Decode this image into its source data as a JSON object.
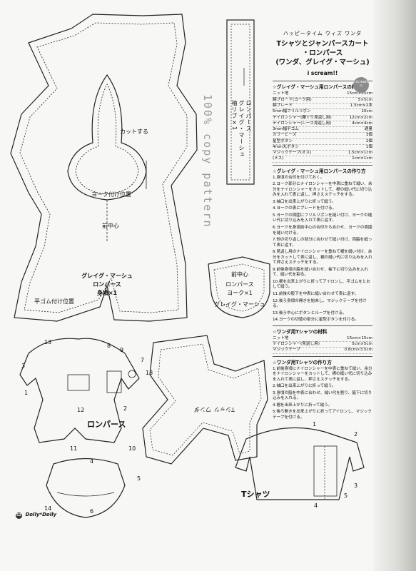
{
  "header": {
    "kicker": "ハッピータイム ウィズ ワンダ",
    "title_line1": "Tシャツとジャンパースカート",
    "title_line2": "・ロンパース",
    "title_line3": "(ワンダ、グレイグ・マーシュ)",
    "brand": "i scream!!",
    "badge_line1": "i scream",
    "badge_line2": "!!"
  },
  "romper_materials": {
    "heading": "☆グレイグ・マーシュ用ロンパースの材料",
    "items": [
      {
        "name": "ニット地",
        "qty": "15cm×25cm"
      },
      {
        "name": "綿ブロード(ヨーク用)",
        "qty": "5×5cm"
      },
      {
        "name": "綿ブレード",
        "qty": "1.5cm×2本"
      },
      {
        "name": "5mm幅フリルリボン",
        "qty": "10cm"
      },
      {
        "name": "ナイロンシャー(腰ぐり見返し用)",
        "qty": "12cm×2cm"
      },
      {
        "name": "ナイロンシャー(レース見返し用)",
        "qty": "4cm×4cm"
      },
      {
        "name": "3mm幅平ゴム",
        "qty": "適量"
      },
      {
        "name": "カラービーズ",
        "qty": "3個"
      },
      {
        "name": "星型ボタン",
        "qty": "2個"
      },
      {
        "name": "4mm丸ボタン",
        "qty": "1個"
      },
      {
        "name": "マジックテープ(オス)",
        "qty": "1.5cm×1cm"
      },
      {
        "name": "(メス)",
        "qty": "1cm×1cm"
      }
    ]
  },
  "romper_steps": {
    "heading": "☆グレイグ・マーシュ用ロンパースの作り方",
    "items": [
      "1.身頃の合印を付けておく。",
      "2.ヨーク部分にナイロンシャーを中表に重ねて縫い、余分をナイロンシャーをカットして、襟の縫い代に切り込みを入れて表に返し、押さえステッチをする。",
      "3.袖口を出来上がりに折って縫う。",
      "4.ヨークの表にブレードを付ける。",
      "5.ヨークの周囲にフリルリボンを縫い付け、ヨークの縫い代に切り込みを入れて表に返す。",
      "6.ヨークを身頃前中心の合印から合わせ、ヨークの周囲を縫い付ける。",
      "7.他の切り返しの部分に合わせて縫い付け、両脇を縫って表に返す。",
      "8.見返し用のナイロンシャーを重ねて裾を縫い付け、余分をカットして表に返し、裾の縫い代に切り込みを入れて押さえステッチをする。",
      "9.前後身頃の脇を縫い合わせ、袖下に切り込みを入れて、縫い代を割る。",
      "10.裾を出来上がりに折ってアイロンし、平ゴムをとおして縫う。",
      "11.前後の股下を中表に縫い合わせて表に返す。",
      "12.後ろ身頃の開きを始末し、マジックテープを付ける。",
      "13.後ろ中心にボタンとループを付ける。",
      "14.ヨークの切替の部分に星型ボタンを付ける。"
    ]
  },
  "tshirt_materials": {
    "heading": "☆ワンダ用Tシャツの材料",
    "items": [
      {
        "name": "ニット地",
        "qty": "15cm×15cm"
      },
      {
        "name": "ナイロンシャー(見返し用)",
        "qty": "5cm×5cm"
      },
      {
        "name": "マジックテープ",
        "qty": "0.8cm×3.5cm"
      }
    ]
  },
  "tshirt_steps": {
    "heading": "☆ワンダ用Tシャツの作り方",
    "items": [
      "1.前後身頃にナイロンシャーを中表に重ねて縫い、余分をナイロンシャーをカットして、襟の縫い代に切り込みを入れて表に返し、押さえステッチをする。",
      "2.袖口を出来上がりに折って縫う。",
      "3.身頃の脇を中表に合わせ、縫い代を割り、脇下に切り込みを入れる。",
      "4.裾を出来上がりに折って縫う。",
      "5.後ろ開きを出来上がりに折ってアイロンし、マジックテープを付ける。"
    ]
  },
  "pattern_labels": {
    "romper_body_name": "グレイグ・マーシュ",
    "romper_body_item": "ロンパース",
    "romper_body_part": "身頃×1",
    "cut_mark": "カットする",
    "front_center": "前中心",
    "yoke_position": "ヨーク付け位置",
    "waist_position": "平ゴム付け位置",
    "watermark": "100% copy pattern",
    "strip_name": "グレイグ・マーシュ",
    "strip_item": "ロンパース",
    "strip_part": "袖リブ×1",
    "yoke_front_center": "前中心",
    "yoke_item": "ロンパース",
    "yoke_part": "ヨーク×1",
    "yoke_name": "グレイグ・マーシュ",
    "tshirt_pattern_name": "ワンダ",
    "tshirt_pattern_part": "Tシャツ",
    "romper_illustration_title": "ロンパース",
    "tshirt_illustration_title": "Tシャツ"
  },
  "callouts_romper": [
    "13",
    "3",
    "1",
    "12",
    "8",
    "9",
    "7",
    "13",
    "2",
    "11",
    "10",
    "4",
    "5",
    "14",
    "6"
  ],
  "callouts_tshirt": [
    "1",
    "2",
    "3",
    "4",
    "5"
  ],
  "footer": {
    "page_number": "52",
    "brand": "Dolly*Dolly"
  }
}
